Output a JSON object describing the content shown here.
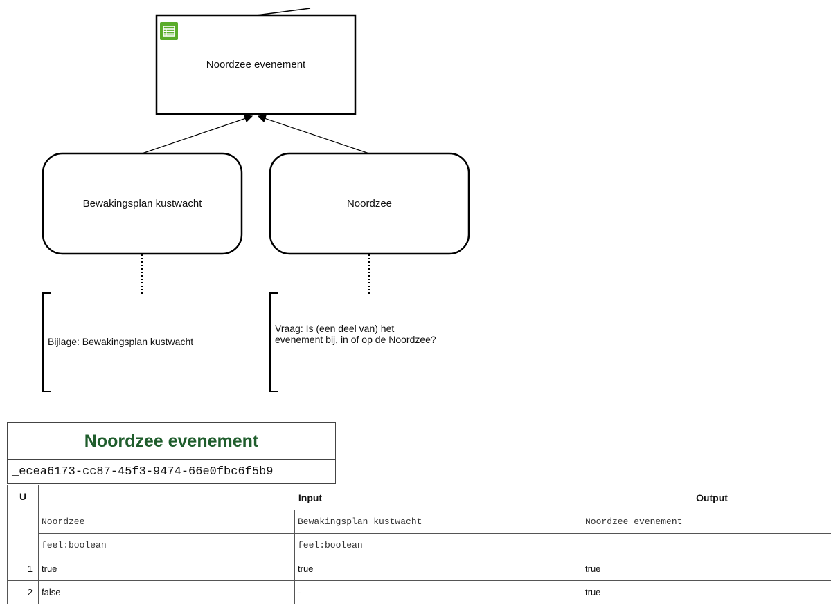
{
  "diagram": {
    "decision": {
      "label": "Noordzee evenement",
      "icon": "decision-table-icon"
    },
    "inputs": [
      {
        "label": "Bewakingsplan kustwacht"
      },
      {
        "label": "Noordzee"
      }
    ],
    "annotations": [
      {
        "text": "Bijlage: Bewakingsplan kustwacht"
      },
      {
        "text": "Vraag: Is (een deel van) het evenement bij, in of op de Noordzee?"
      }
    ]
  },
  "decision_table": {
    "title": "Noordzee evenement",
    "id": "_ecea6173-cc87-45f3-9474-66e0fbc6f5b9",
    "hit_policy": "U",
    "input_header": "Input",
    "output_header": "Output",
    "input_columns": [
      {
        "name": "Noordzee",
        "type": "feel:boolean"
      },
      {
        "name": "Bewakingsplan kustwacht",
        "type": "feel:boolean"
      }
    ],
    "output_columns": [
      {
        "name": "Noordzee evenement",
        "type": ""
      }
    ],
    "rules": [
      {
        "n": "1",
        "in1": "true",
        "in2": "true",
        "out": "true"
      },
      {
        "n": "2",
        "in1": "false",
        "in2": "-",
        "out": "true"
      }
    ]
  }
}
